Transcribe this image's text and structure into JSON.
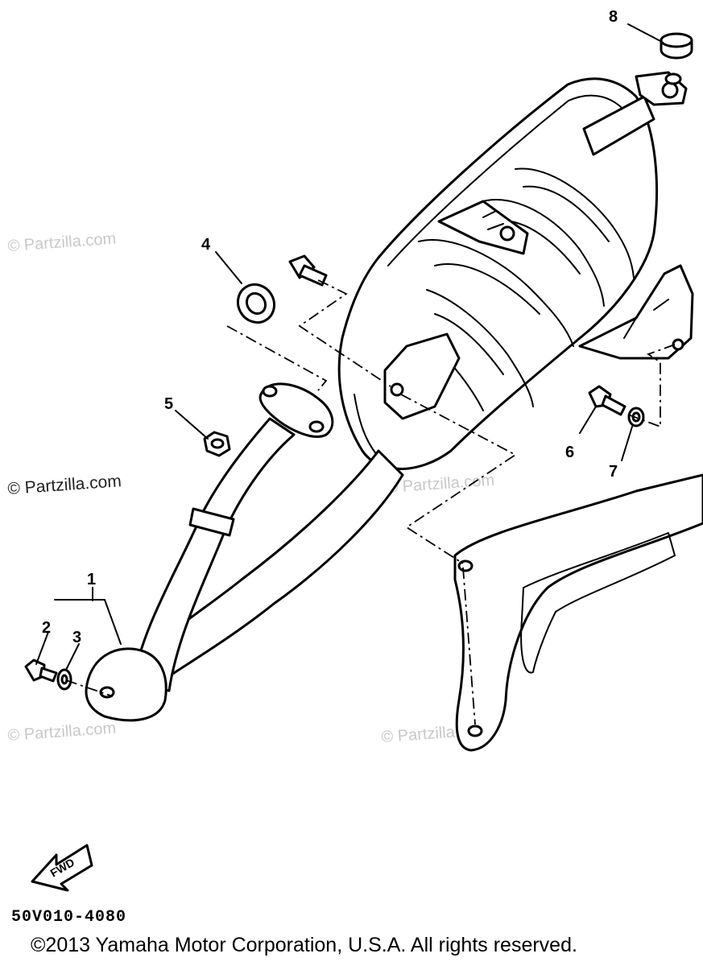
{
  "callouts": [
    "1",
    "2",
    "3",
    "4",
    "5",
    "6",
    "7",
    "8"
  ],
  "watermark": "© Partzilla.com",
  "fwd_label": "FWD",
  "diagram_code": "50V010-4080",
  "copyright": "©2013  Yamaha Motor Corporation, U.S.A. All rights reserved."
}
